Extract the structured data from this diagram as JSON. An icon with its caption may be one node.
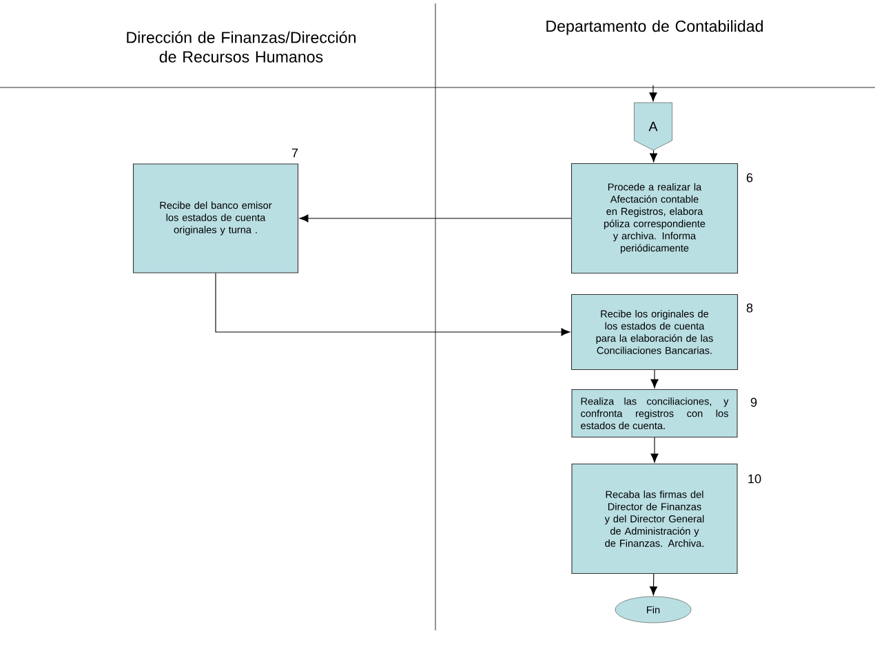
{
  "diagram": {
    "nodes": [
      {
        "text": [
          "A"
        ]
      },
      {
        "text": [
          "Procede a realizar la Afectación contable en Registros, elabora póliza correspondiente y archiva. Informa periódicamente"
        ],
        "beside": [
          "6"
        ]
      },
      {
        "text": [
          "Recibe del banco emisor los estados de cuenta originales y turna ."
        ],
        "beside": [
          "7"
        ]
      },
      {
        "text": [
          "Recibe los originales de los estados de cuenta para la elaboración de las Conciliaciones Bancarias."
        ],
        "beside": [
          "8"
        ]
      },
      {
        "text": [
          "Realiza las conciliaciones, y confronta registros con los estados de cuenta."
        ],
        "beside": [
          "9"
        ]
      },
      {
        "text": [
          "Recaba las firmas del Director de Finanzas y del Director General de Administración y de Finanzas. Archiva."
        ],
        "beside": [
          "10"
        ]
      },
      {
        "text": [
          "Fin"
        ]
      }
    ],
    "edges": [
      {
        "from": null,
        "to": 0,
        "arrow": "to"
      },
      {
        "from": 0,
        "to": 1,
        "arrow": "to"
      },
      {
        "from": 1,
        "to": 2,
        "arrow": "to"
      },
      {
        "from": 2,
        "to": 3,
        "arrow": "to"
      },
      {
        "from": 3,
        "to": 4,
        "arrow": "to"
      },
      {
        "from": 4,
        "to": 5,
        "arrow": "to"
      },
      {
        "from": 5,
        "to": 6,
        "arrow": "to"
      }
    ],
    "labels": [
      "Dirección de Finanzas/Dirección de Recursos Humanos",
      "Departamento de Contabilidad"
    ]
  }
}
